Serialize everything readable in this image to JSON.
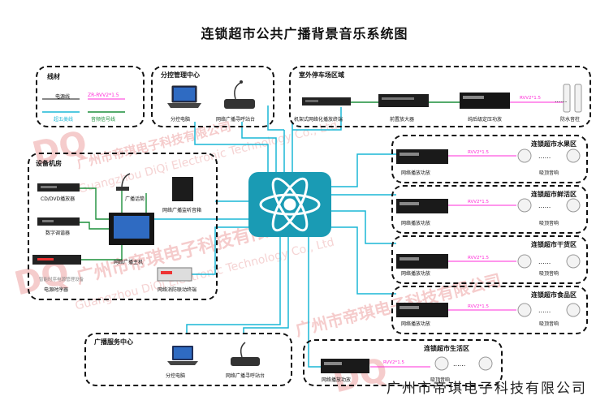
{
  "title": "连锁超市公共广播背景音乐系统图",
  "watermark": {
    "brand": "DQ",
    "cn": "广州市帝琪电子科技有限公司",
    "en": "Guangzhou DiQi Electronic Technology Co., Ltd"
  },
  "legend": {
    "title": "线材",
    "power": "电源线",
    "speaker_cable": "ZR-RVV2*1.5",
    "cat5": "超五类线",
    "audio": "音频信号线"
  },
  "sub_control": {
    "title": "分控管理中心",
    "pc": "分控电脑",
    "mic": "网络广播寻呼站台"
  },
  "parking": {
    "title": "室外停车场区域",
    "terminal": "机架式网络化播放终端",
    "preamp": "前置放大器",
    "amp": "纯后级定压功放",
    "cable": "RVV2*1.5",
    "speaker": "防水音柱"
  },
  "machine_room": {
    "title": "设备机房",
    "cd": "CD/DVD播放器",
    "tuner": "数字调谐器",
    "sequencer_text": "智能时序电源管理设备",
    "sequencer": "电源时序器",
    "mic": "广播话筒",
    "monitor": "网络广播监听音箱",
    "host": "网络广播主机",
    "fire": "网络消防联动终端"
  },
  "zones": [
    {
      "title": "连锁超市水果区",
      "amp": "网络播放功放",
      "cable": "RVV2*1.5",
      "speaker": "吸顶音响"
    },
    {
      "title": "连锁超市鲜活区",
      "amp": "网络播放功放",
      "cable": "RVV2*1.5",
      "speaker": "吸顶音响"
    },
    {
      "title": "连锁超市干货区",
      "amp": "网络播放功放",
      "cable": "RVV2*1.5",
      "speaker": "吸顶音响"
    },
    {
      "title": "连锁超市食品区",
      "amp": "网络播放功放",
      "cable": "RVV2*1.5",
      "speaker": "吸顶音响"
    }
  ],
  "living_zone": {
    "title": "连锁超市生活区",
    "amp": "网络播放功放",
    "cable": "RVV2*1.5",
    "speaker": "吸顶音响"
  },
  "service_center": {
    "title": "广播服务中心",
    "pc": "分控电脑",
    "mic": "网络广播寻呼站台"
  },
  "footer": "广州市帝琪电子科技有限公司",
  "colors": {
    "cable_cyan": "#1ab7d6",
    "audio_green": "#1b8f3a",
    "speaker_magenta": "#ff2bd8",
    "hub": "#1a9bb4"
  }
}
